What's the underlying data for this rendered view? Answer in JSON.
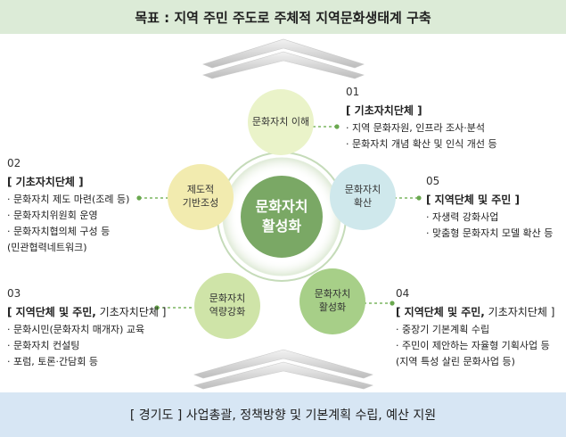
{
  "top_banner": "목표 : 지역 주민 주도로 주체적 지역문화생태계 구축",
  "bottom_banner": {
    "tag": "[ 경기도 ]",
    "text": "사업총괄, 정책방향 및 기본계획 수립, 예산 지원"
  },
  "center": {
    "line1": "문화자치",
    "line2": "활성화"
  },
  "colors": {
    "top_banner_bg": "#dcebd7",
    "bottom_banner_bg": "#d7e6f4",
    "center": "#7aa865",
    "stage1": "#eaf3c9",
    "stage2": "#f2ebaf",
    "stage3": "#cfe4a8",
    "stage4": "#a7cf88",
    "stage5": "#cfe8ec"
  },
  "stages": [
    {
      "number": "01",
      "circle": [
        "문화자치 이해"
      ],
      "header_bold": "[ 기초자치단체 ]",
      "header_rest": "",
      "lines": [
        "· 지역 문화자원, 인프라 조사·분석",
        "· 문화자치 개념 확산 및 인식 개선 등"
      ]
    },
    {
      "number": "02",
      "circle": [
        "제도적",
        "기반조성"
      ],
      "header_bold": "[ 기초자치단체 ]",
      "header_rest": "",
      "lines": [
        "· 문화자치 제도 마련(조례 등)",
        "· 문화자치위원회 운영",
        "· 문화자치협의체 구성 등",
        "(민관협력네트워크)"
      ]
    },
    {
      "number": "03",
      "circle": [
        "문화자치",
        "역량강화"
      ],
      "header_bold": "[ 지역단체 및 주민,",
      "header_rest": " 기초자치단체 ]",
      "lines": [
        "· 문화시민(문화자치 매개자) 교육",
        "· 문화자치 컨설팅",
        "· 포럼, 토론·간담회 등"
      ]
    },
    {
      "number": "04",
      "circle": [
        "문화자치",
        "활성화"
      ],
      "header_bold": "[ 지역단체 및 주민,",
      "header_rest": " 기초자치단체 ]",
      "lines": [
        "· 중장기 기본계획 수립",
        "· 주민이 제안하는 자율형 기획사업 등",
        "(지역 특성 살린 문화사업 등)"
      ]
    },
    {
      "number": "05",
      "circle": [
        "문화자치",
        "확산"
      ],
      "header_bold": "[ 지역단체 및 주민 ]",
      "header_rest": "",
      "lines": [
        "· 자생력 강화사업",
        "· 맞춤형 문화자치 모델 확산 등"
      ]
    }
  ]
}
